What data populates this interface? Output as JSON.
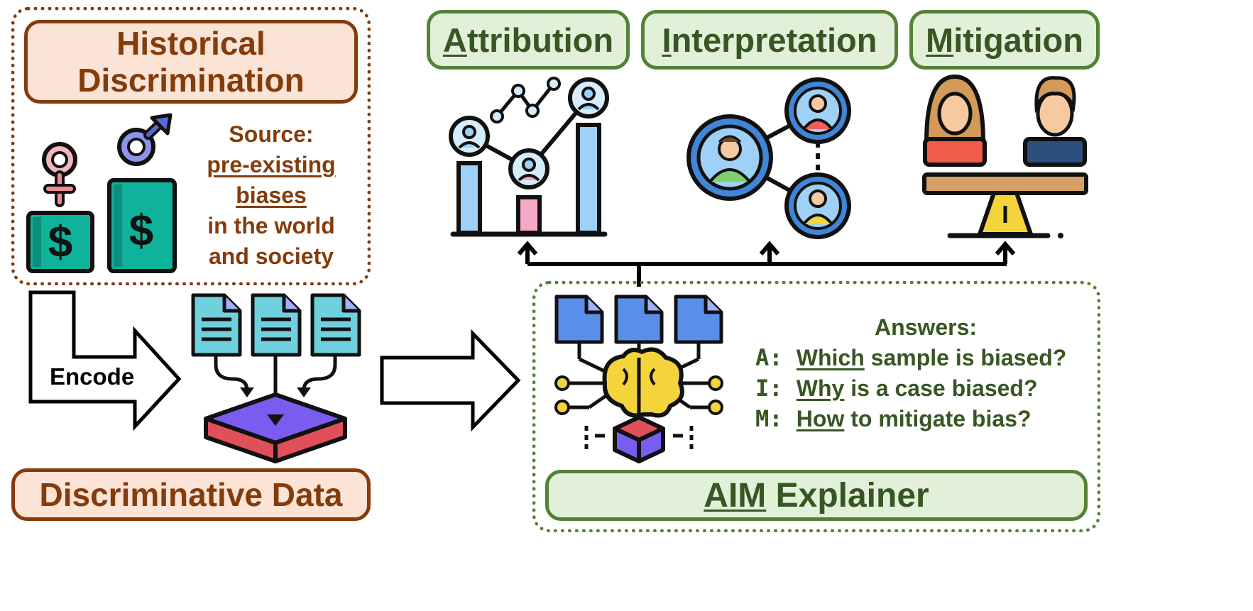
{
  "left": {
    "title_line1": "Historical",
    "title_line2": "Discrimination",
    "source_label": "Source:",
    "source_line1": "pre-existing",
    "source_line2": "biases",
    "source_line3": "in the world",
    "source_line4": "and society",
    "encode_label": "Encode",
    "bottom_label": "Discriminative Data",
    "female_symbol": "♀",
    "male_symbol": "♂",
    "dollar1": "$",
    "dollar2": "$"
  },
  "top": {
    "attribution_first": "A",
    "attribution_rest": "ttribution",
    "interpretation_first": "I",
    "interpretation_rest": "nterpretation",
    "mitigation_first": "M",
    "mitigation_rest": "itigation"
  },
  "right": {
    "answers_title": "Answers:",
    "q1_prefix": "A: ",
    "q1_keyword": "Which",
    "q1_rest": " sample is biased?",
    "q2_prefix": "I: ",
    "q2_keyword": "Why",
    "q2_rest": " is a case biased?",
    "q3_prefix": "M: ",
    "q3_keyword": "How",
    "q3_rest": " to mitigate bias?",
    "explainer_keyword": "AIM",
    "explainer_rest": " Explainer"
  },
  "colors": {
    "brown": "#843c0c",
    "brown_fill": "#fbe3d6",
    "green": "#548235",
    "dark_green": "#375623",
    "green_fill": "#e2f0d9",
    "teal": "#0fb39b",
    "doc_cyan": "#6fd0de",
    "doc_blue": "#5b8ee8",
    "purple": "#7b5cf0",
    "red": "#e0505a",
    "yellow": "#f3d43a"
  }
}
